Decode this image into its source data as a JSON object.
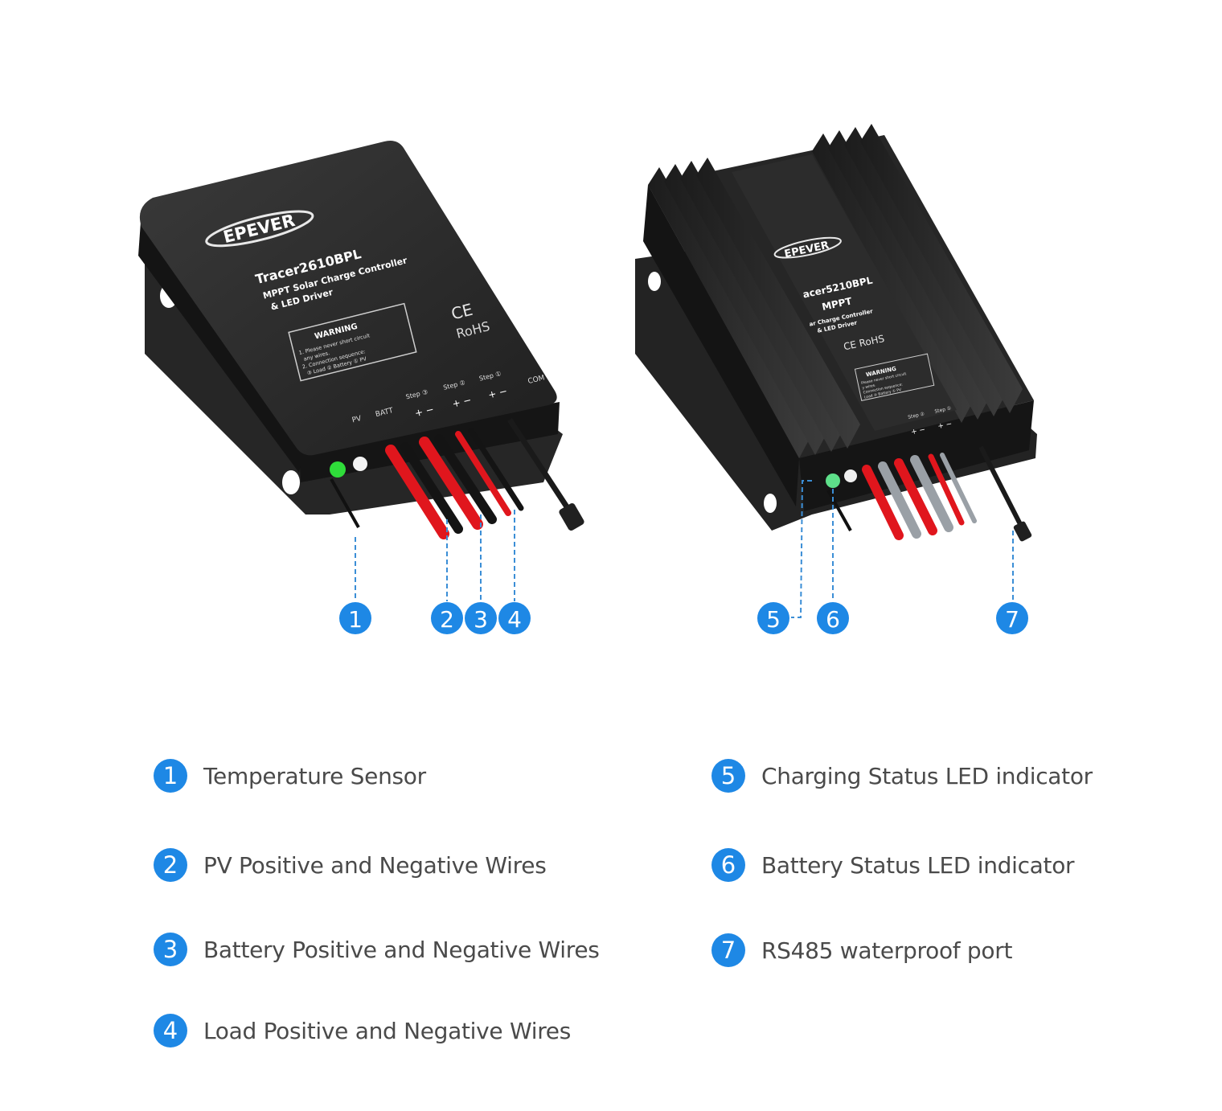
{
  "colors": {
    "badge_blue": "#1e88e5",
    "leader_blue": "#3b8ed6",
    "body_dark": "#2a2a2a",
    "wire_red": "#e0161d",
    "wire_black": "#141414",
    "wire_gray": "#9aa0a6",
    "label_text": "#4a4a4a"
  },
  "device_left": {
    "brand": "EPEVER",
    "model": "Tracer2610BPL",
    "line1": "MPPT Solar Charge Controller",
    "line2": "& LED Driver",
    "ce": "CE",
    "rohs": "RoHS",
    "warning_title": "WARNING",
    "warning_l1": "1. Please never short circuit",
    "warning_l2": "any wires.",
    "warning_l3": "2. Connection sequence:",
    "warning_l4": "③ Load  ② Battery  ① PV",
    "step3": "Step ③",
    "step2": "Step ②",
    "step1": "Step ①",
    "com": "COM",
    "pv": "PV",
    "batt": "BATT",
    "pm": "+ −"
  },
  "device_right": {
    "brand": "EPEVER",
    "model": "acer5210BPL",
    "line1": "MPPT",
    "line2": "ar Charge Controller",
    "line3": "& LED Driver",
    "cerohs": "CE RoHS",
    "warning_title": "WARNING",
    "warning_l1": "Please never short circuit",
    "warning_l2": "y wires.",
    "warning_l3": "Connection sequence:",
    "warning_l4": "Load ② Battery ① PV",
    "step2": "Step ②",
    "step1": "Step ①",
    "pm": "+ −"
  },
  "callouts": [
    "1",
    "2",
    "3",
    "4",
    "5",
    "6",
    "7"
  ],
  "legend": [
    {
      "num": "1",
      "label": "Temperature Sensor"
    },
    {
      "num": "2",
      "label": "PV Positive and Negative Wires"
    },
    {
      "num": "3",
      "label": "Battery Positive and Negative Wires"
    },
    {
      "num": "4",
      "label": "Load Positive and Negative Wires"
    },
    {
      "num": "5",
      "label": "Charging Status LED indicator"
    },
    {
      "num": "6",
      "label": "Battery Status LED indicator"
    },
    {
      "num": "7",
      "label": "RS485 waterproof port"
    }
  ]
}
